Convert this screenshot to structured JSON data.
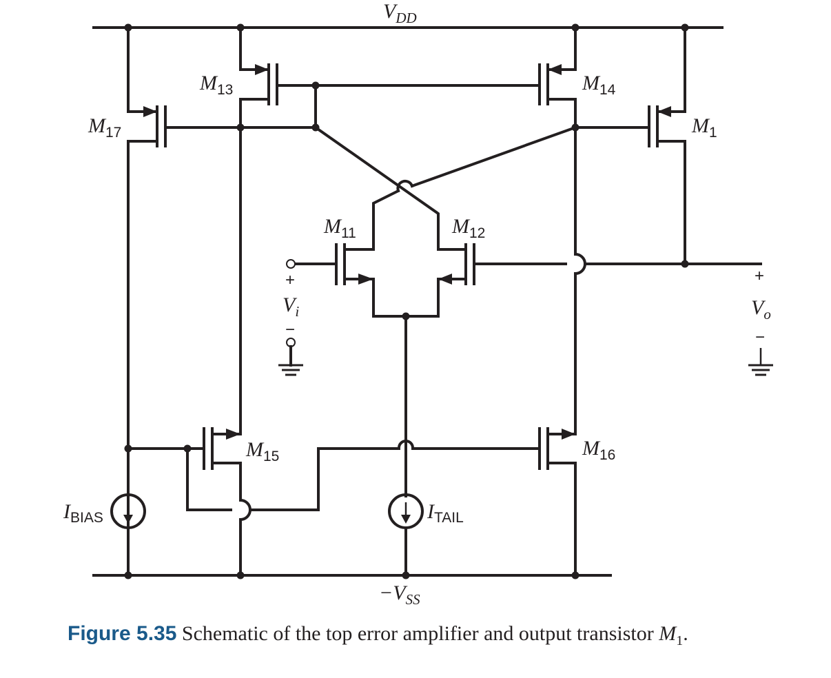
{
  "labels": {
    "vdd": "V",
    "vdd_sub": "DD",
    "vss": "−V",
    "vss_sub": "SS",
    "m13": "M",
    "m13_sub": "13",
    "m14": "M",
    "m14_sub": "14",
    "m17": "M",
    "m17_sub": "17",
    "m1": "M",
    "m1_sub": "1",
    "m11": "M",
    "m11_sub": "11",
    "m12": "M",
    "m12_sub": "12",
    "m15": "M",
    "m15_sub": "15",
    "m16": "M",
    "m16_sub": "16",
    "ibias": "I",
    "ibias_sub": "BIAS",
    "itail": "I",
    "itail_sub": "TAIL",
    "vi": "V",
    "vi_sub": "i",
    "vo": "V",
    "vo_sub": "o",
    "plus": "+",
    "minus": "−"
  },
  "caption": {
    "figure": "Figure 5.35",
    "text": "Schematic of the top error amplifier and output transistor ",
    "symbol": "M",
    "symbol_sub": "1",
    "end": "."
  }
}
